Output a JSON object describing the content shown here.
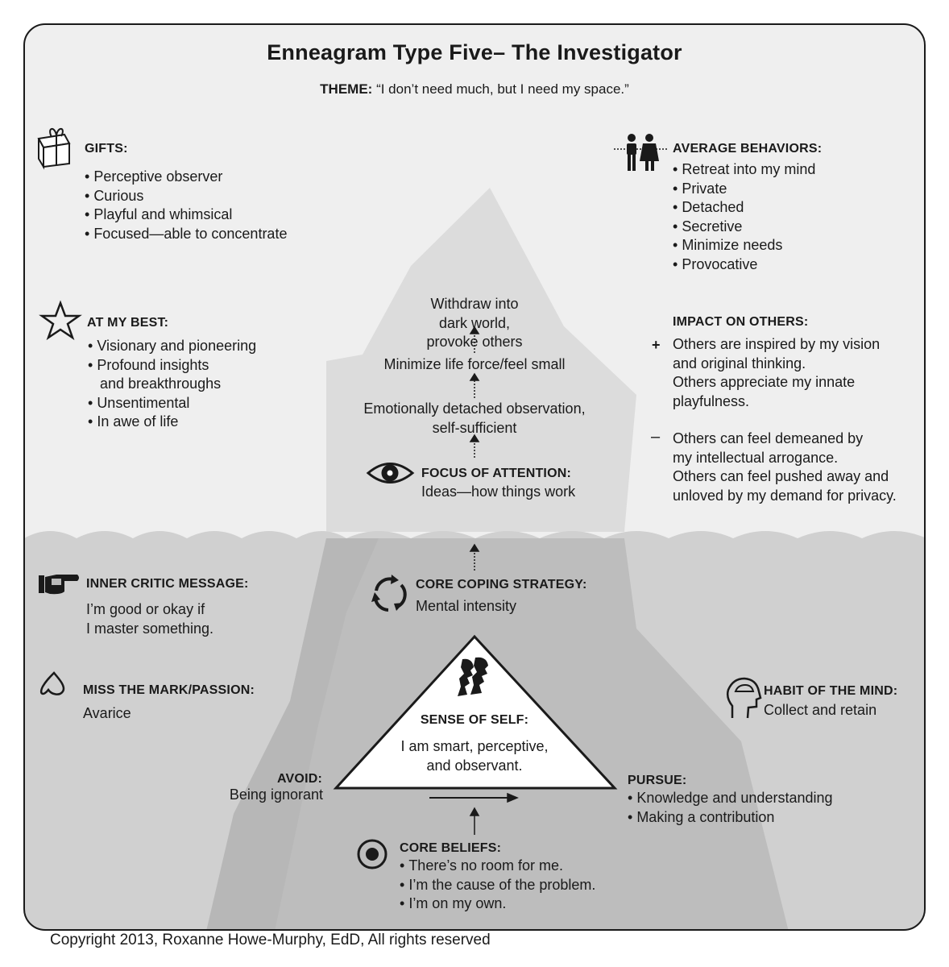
{
  "title": "Enneagram Type Five– The Investigator",
  "theme": {
    "label": "THEME:",
    "text": "“I don’t need much, but I need my space.”"
  },
  "gifts": {
    "heading": "GIFTS:",
    "items": [
      "Perceptive observer",
      "Curious",
      "Playful and whimsical",
      "Focused—able to concentrate"
    ]
  },
  "at_my_best": {
    "heading": "AT MY BEST:",
    "items": [
      "Visionary and pioneering",
      "Profound insights",
      "and breakthroughs",
      "Unsentimental",
      "In awe of life"
    ]
  },
  "average_behaviors": {
    "heading": "AVERAGE BEHAVIORS:",
    "items": [
      "Retreat into my mind",
      "Private",
      "Detached",
      "Secretive",
      "Minimize needs",
      "Provocative"
    ]
  },
  "impact_on_others": {
    "heading": "IMPACT ON OTHERS:",
    "plus_sign": "+",
    "plus_lines": [
      "Others are inspired by my vision",
      "and original thinking.",
      "Others appreciate my innate",
      "playfulness."
    ],
    "minus_sign": "–",
    "minus_lines": [
      "Others can feel demeaned by",
      "my intellectual arrogance.",
      "Others can feel pushed away and",
      "unloved by my demand for privacy."
    ]
  },
  "iceberg_progression": {
    "top_lines": [
      "Withdraw into",
      "dark world,",
      "provoke others"
    ],
    "middle": "Minimize life force/feel small",
    "lower_lines": [
      "Emotionally detached observation,",
      "self-sufficient"
    ]
  },
  "focus_of_attention": {
    "heading": "FOCUS OF ATTENTION:",
    "text": "Ideas—how things work"
  },
  "core_coping_strategy": {
    "heading": "CORE COPING STRATEGY:",
    "text": "Mental intensity"
  },
  "inner_critic": {
    "heading": "INNER CRITIC MESSAGE:",
    "lines": [
      "I’m good or okay if",
      "I master something."
    ]
  },
  "miss_the_mark": {
    "heading": "MISS THE MARK/PASSION:",
    "text": "Avarice"
  },
  "habit_of_mind": {
    "heading": "HABIT OF THE MIND:",
    "text": "Collect and retain"
  },
  "sense_of_self": {
    "heading": "SENSE OF SELF:",
    "lines": [
      "I am smart, perceptive,",
      "and observant."
    ]
  },
  "avoid": {
    "heading": "AVOID:",
    "text": "Being ignorant"
  },
  "pursue": {
    "heading": "PURSUE:",
    "items": [
      "Knowledge and understanding",
      "Making a contribution"
    ]
  },
  "core_beliefs": {
    "heading": "CORE BELIEFS:",
    "items": [
      "There’s no room for me.",
      "I’m the cause of the problem.",
      "I’m on my own."
    ]
  },
  "copyright": "Copyright 2013, Roxanne Howe-Murphy, EdD, All rights reserved",
  "icons": [
    "gift-icon",
    "star-icon",
    "couple-icon",
    "eye-icon",
    "cycle-arrows-icon",
    "pointing-hand-icon",
    "heart-icon",
    "head-icon",
    "faces-icon",
    "target-icon"
  ],
  "colors": {
    "frame_fill": "#efefef",
    "iceberg_top": "#dcdcdc",
    "water": "#d0d0d0",
    "iceberg_under": "#bdbdbd",
    "ink": "#1a1a1a"
  }
}
